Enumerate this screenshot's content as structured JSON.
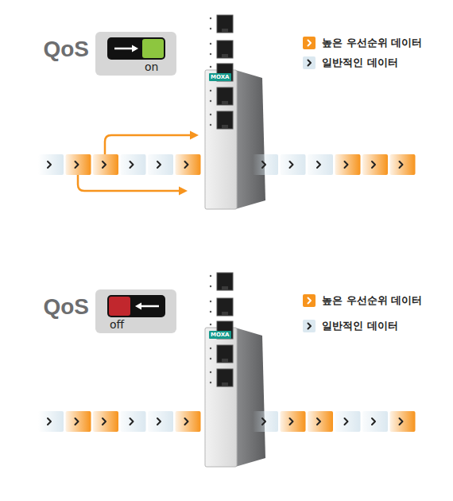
{
  "diagram": {
    "nodes": [
      {
        "text": [
          "QoS",
          "on"
        ]
      },
      {
        "text": [
          "MOXA"
        ]
      },
      {
        "text": [
          "QoS",
          "off"
        ]
      },
      {
        "text": [
          "MOXA"
        ]
      }
    ],
    "legend": [
      {
        "text": "높은 우선순위 데이터",
        "color": "#f7941d"
      },
      {
        "text": "일반적인 데이터",
        "color": "#dbe8f0"
      },
      {
        "text": "높은 우선순위 데이터",
        "color": "#f7941d"
      },
      {
        "text": "일반적인 데이터",
        "color": "#dbe8f0"
      }
    ]
  }
}
